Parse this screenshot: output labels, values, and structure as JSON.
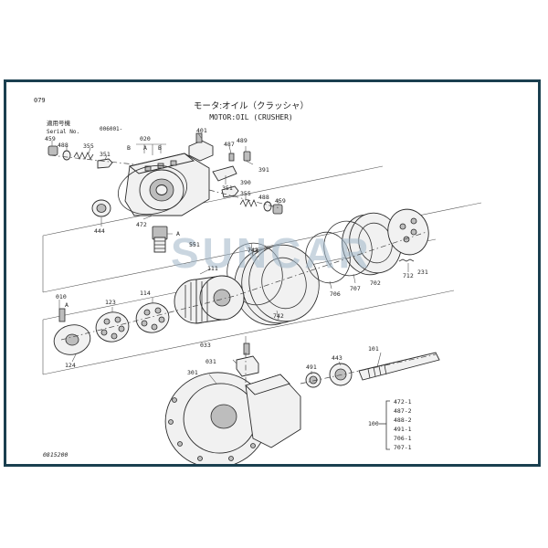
{
  "page_number": "079",
  "title_jp": "モータ:オイル（クラッシャ）",
  "title_en": "MOTOR:OIL (CRUSHER)",
  "serial_jp": "適用号機",
  "serial_en": "Serial No.",
  "serial_value": "006001-",
  "watermark": "SUNCAR",
  "footer_code": "0815200",
  "callouts": {
    "c459a": "459",
    "c488a": "488",
    "c355a": "355",
    "c351a": "351",
    "c020": "020",
    "b1": "B",
    "a1": "A",
    "b2": "B",
    "c401": "401",
    "c487a": "487",
    "c489": "489",
    "c391": "391",
    "c390": "390",
    "c351b": "351",
    "c355b": "355",
    "c488b": "488",
    "c459b": "459",
    "c444": "444",
    "c472": "472",
    "a2": "A",
    "c551": "551",
    "c743": "743",
    "c111": "111",
    "c712": "712",
    "c231": "231",
    "c706": "706",
    "c707": "707",
    "c702": "702",
    "c742": "742",
    "c010": "010",
    "a3": "A",
    "c123": "123",
    "c114": "114",
    "c124": "124",
    "c033": "033",
    "c031": "031",
    "c301": "301",
    "c491": "491",
    "c443": "443",
    "c101": "101"
  },
  "kit": {
    "label": "100",
    "items": [
      "472-1",
      "487-2",
      "488-2",
      "491-1",
      "706-1",
      "707-1"
    ]
  }
}
